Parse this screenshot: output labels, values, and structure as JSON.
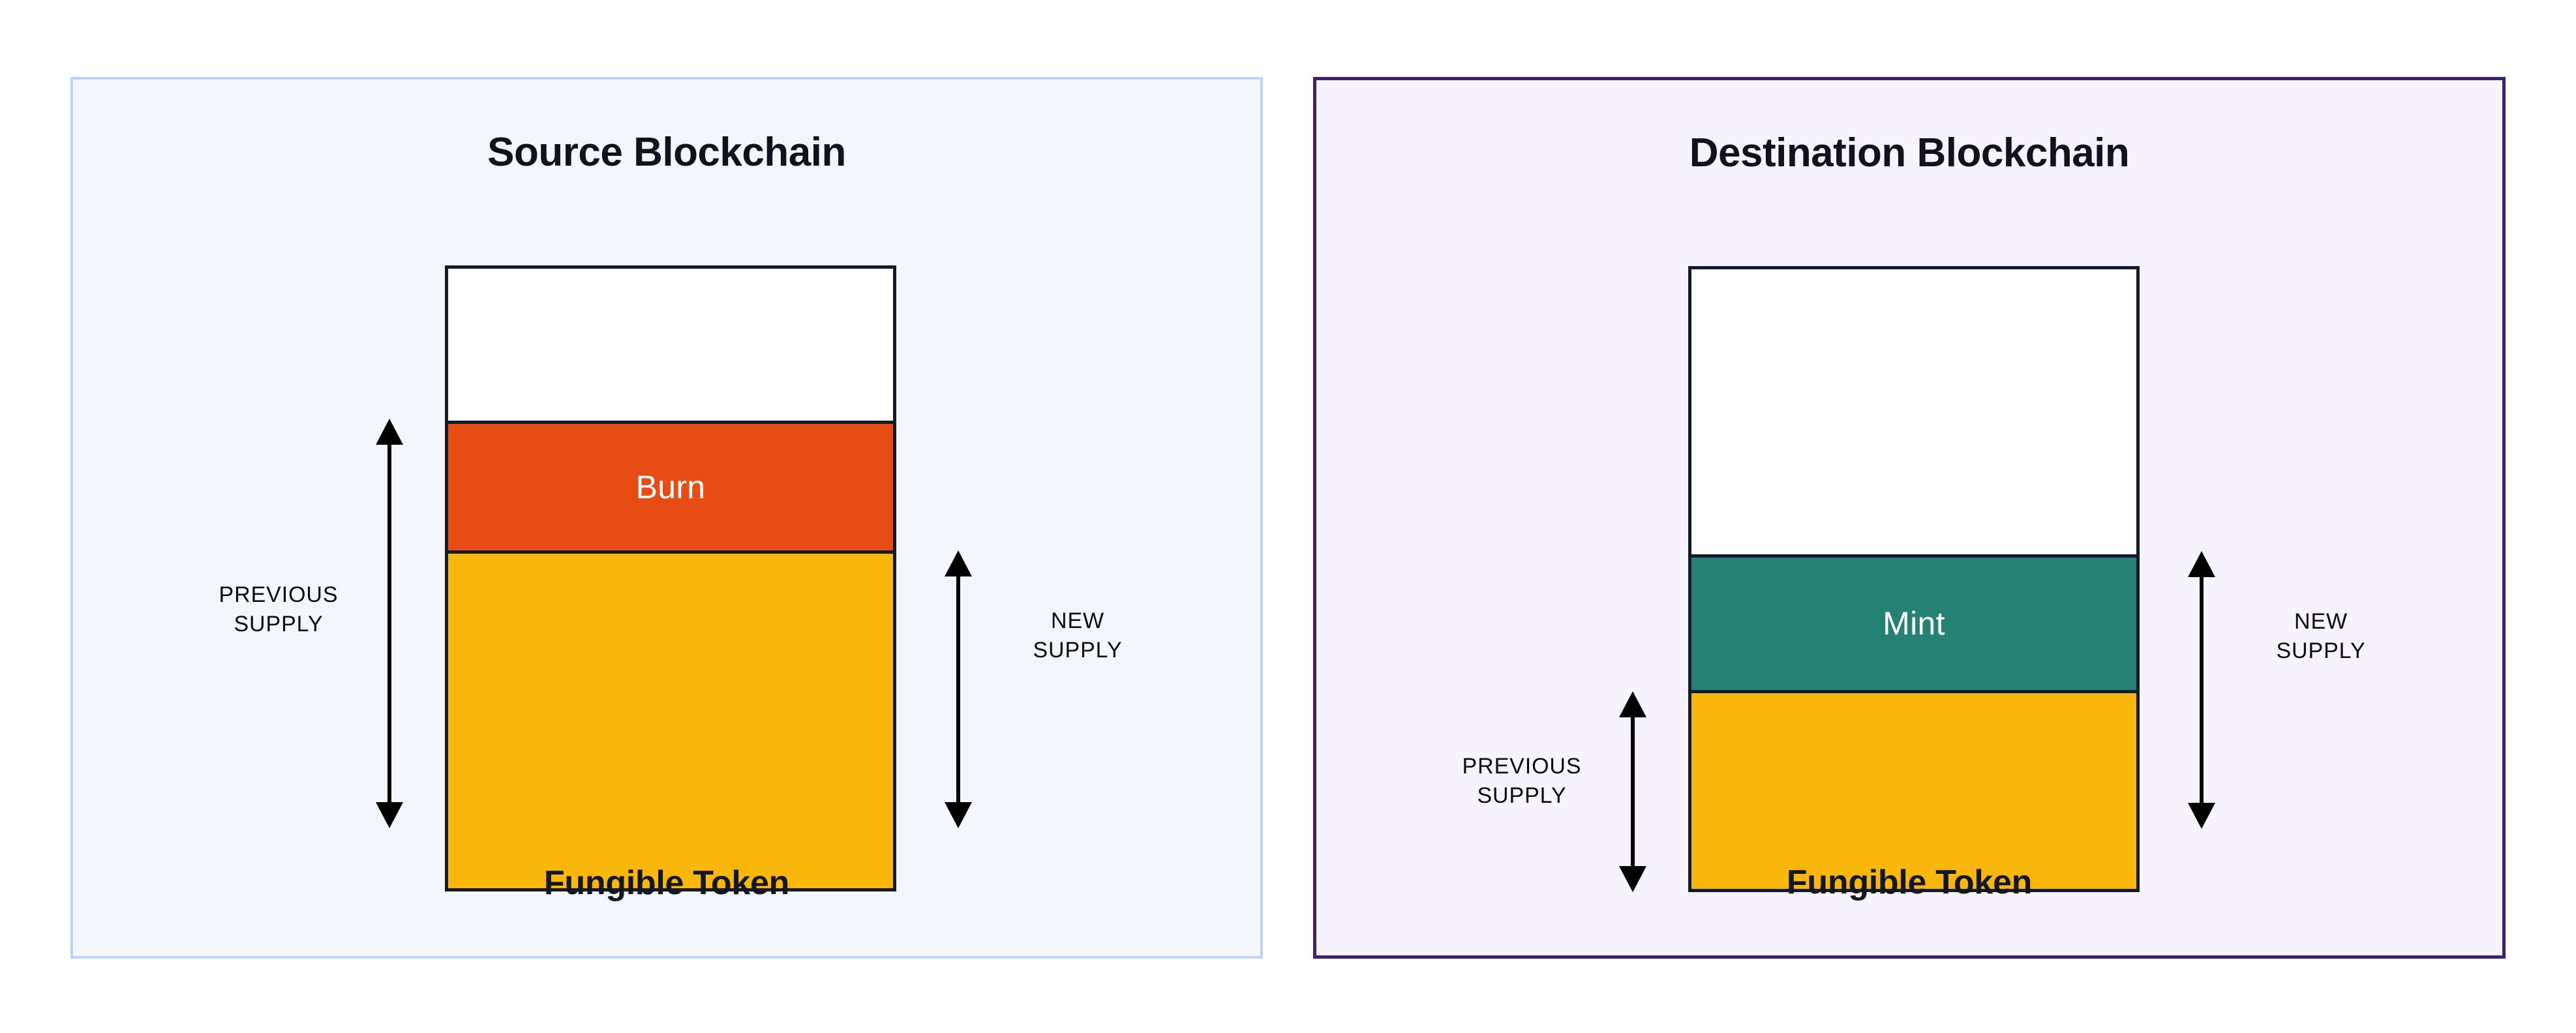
{
  "diagram": {
    "title_source": "Source Blockchain",
    "title_destination": "Destination Blockchain",
    "footer_label": "Fungible Token"
  },
  "source_panel": {
    "title": "Source Blockchain",
    "footer": "Fungible Token",
    "border_color": "#bcd2f7",
    "background_color": "#f3f7fd",
    "bar": {
      "segments": [
        {
          "name": "headroom",
          "label": "",
          "color": "#ffffff",
          "height_pct": 24.5
        },
        {
          "name": "burn",
          "label": "Burn",
          "color": "#e84c15",
          "height_pct": 21.5
        },
        {
          "name": "remaining",
          "label": "",
          "color": "#f8b70a",
          "height_pct": 54.0
        }
      ]
    },
    "measures": [
      {
        "name": "previous-supply",
        "label": "PREVIOUS\nSUPPLY",
        "side": "left"
      },
      {
        "name": "new-supply",
        "label": "NEW\nSUPPLY",
        "side": "right"
      }
    ]
  },
  "destination_panel": {
    "title": "Destination Blockchain",
    "footer": "Fungible Token",
    "border_color": "#3d2073",
    "background_color": "#f6f3fe",
    "bar": {
      "segments": [
        {
          "name": "headroom",
          "label": "",
          "color": "#ffffff",
          "height_pct": 46.0
        },
        {
          "name": "mint",
          "label": "Mint",
          "color": "#238272",
          "height_pct": 22.4
        },
        {
          "name": "remaining",
          "label": "",
          "color": "#f8b70a",
          "height_pct": 31.6
        }
      ]
    },
    "measures": [
      {
        "name": "previous-supply",
        "label": "PREVIOUS\nSUPPLY",
        "side": "left"
      },
      {
        "name": "new-supply",
        "label": "NEW\nSUPPLY",
        "side": "right"
      }
    ]
  },
  "labels": {
    "previous_supply": "PREVIOUS\nSUPPLY",
    "new_supply": "NEW\nSUPPLY",
    "burn": "Burn",
    "mint": "Mint"
  },
  "colors": {
    "burn": "#e84c15",
    "mint": "#238272",
    "supply": "#f8b70a",
    "outline": "#141a29",
    "source_border": "#bcd2f7",
    "source_bg": "#f3f7fd",
    "dest_border": "#3d2073",
    "dest_bg": "#f6f3fe"
  }
}
